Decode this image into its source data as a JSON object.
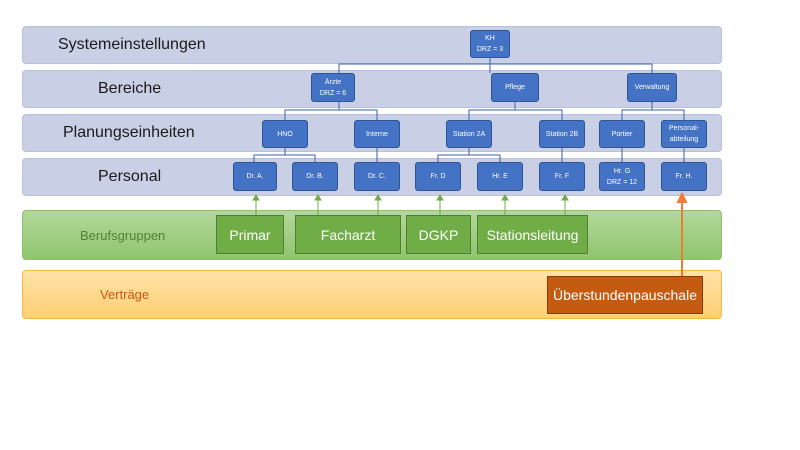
{
  "levels": {
    "system": "Systemeinstellungen",
    "bereiche": "Bereiche",
    "planung": "Planungseinheiten",
    "personal": "Personal"
  },
  "nodes": {
    "kh": {
      "line1": "KH",
      "line2": "DRZ = 3"
    },
    "aerzte": {
      "line1": "Ärzte",
      "line2": "DRZ = 6"
    },
    "pflege": "Pflege",
    "verwaltung": "Verwaltung",
    "hno": "HNO",
    "interne": "Interne",
    "station2a": "Station 2A",
    "station2b": "Station 2B",
    "portier": "Portier",
    "personalabteilung": {
      "line1": "Personal-",
      "line2": "abteilung"
    },
    "dra": "Dr. A.",
    "drb": "Dr. B.",
    "drc": "Dr. C.",
    "frd": "Fr. D",
    "hre": "Hr. E",
    "frf": "Fr. F",
    "hrg": {
      "line1": "Hr. G",
      "line2": "DRZ = 12"
    },
    "frh": "Fr. H."
  },
  "berufsgruppen": {
    "label": "Berufsgruppen",
    "items": [
      "Primar",
      "Facharzt",
      "DGKP",
      "Stationsleitung"
    ]
  },
  "vertraege": {
    "label": "Verträge",
    "items": [
      "Überstundenpauschale"
    ]
  },
  "colors": {
    "node_blue": "#4472c4",
    "band_grey": "#c9d0e6",
    "green": "#70ad47",
    "orange": "#c55a11",
    "label_green": "#548235",
    "label_orange": "#c55a11"
  }
}
